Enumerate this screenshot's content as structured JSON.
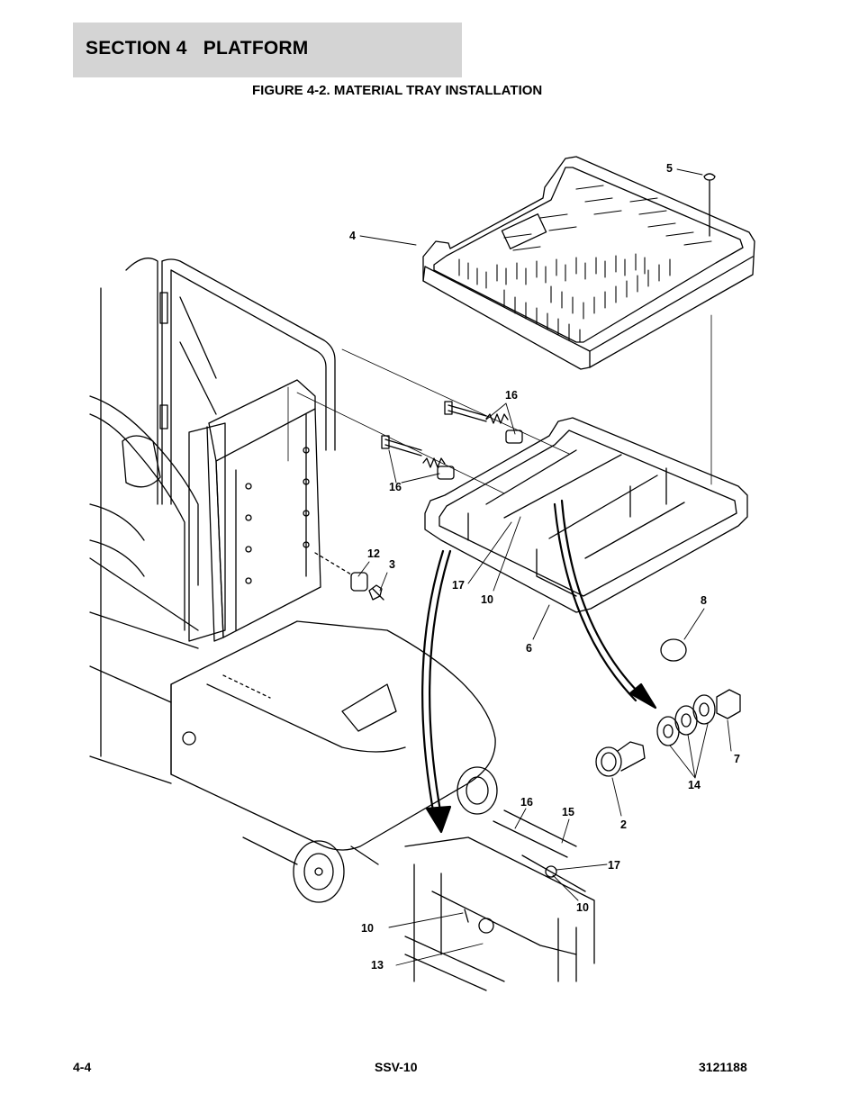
{
  "header": {
    "section_title": "SECTION 4   PLATFORM"
  },
  "figure": {
    "title": "FIGURE 4-2. MATERIAL TRAY INSTALLATION",
    "callouts": {
      "c4": "4",
      "c5": "5",
      "c16a": "16",
      "c16b": "16",
      "c12": "12",
      "c3": "3",
      "c17a": "17",
      "c10a": "10",
      "c6": "6",
      "c8": "8",
      "c7": "7",
      "c14": "14",
      "c2": "2",
      "c16c": "16",
      "c15": "15",
      "c17b": "17",
      "c10b": "10",
      "c10c": "10",
      "c13": "13"
    }
  },
  "footer": {
    "page_number": "4-4",
    "model": "SSV-10",
    "doc_number": "3121188"
  }
}
